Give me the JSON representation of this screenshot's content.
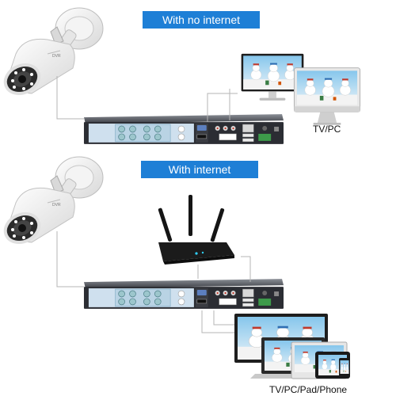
{
  "sections": {
    "offline": {
      "banner": "With no internet",
      "caption": "TV/PC"
    },
    "online": {
      "banner": "With internet",
      "caption": "TV/PC/Pad/Phone"
    }
  },
  "icons": [
    "bullet-camera-icon",
    "dvr-recorder-icon",
    "router-icon",
    "monitor-icon",
    "laptop-icon",
    "tablet-icon",
    "phone-icon"
  ],
  "colors": {
    "banner": "#1e7fd6",
    "dvr_body": "#2b2d33",
    "dvr_panel": "#cfe0ee",
    "bnc_connector": "#9cc6cc",
    "connector_line": "#b5b5b5",
    "router": "#1b1b1b",
    "router_led": "#2fd0ff"
  }
}
